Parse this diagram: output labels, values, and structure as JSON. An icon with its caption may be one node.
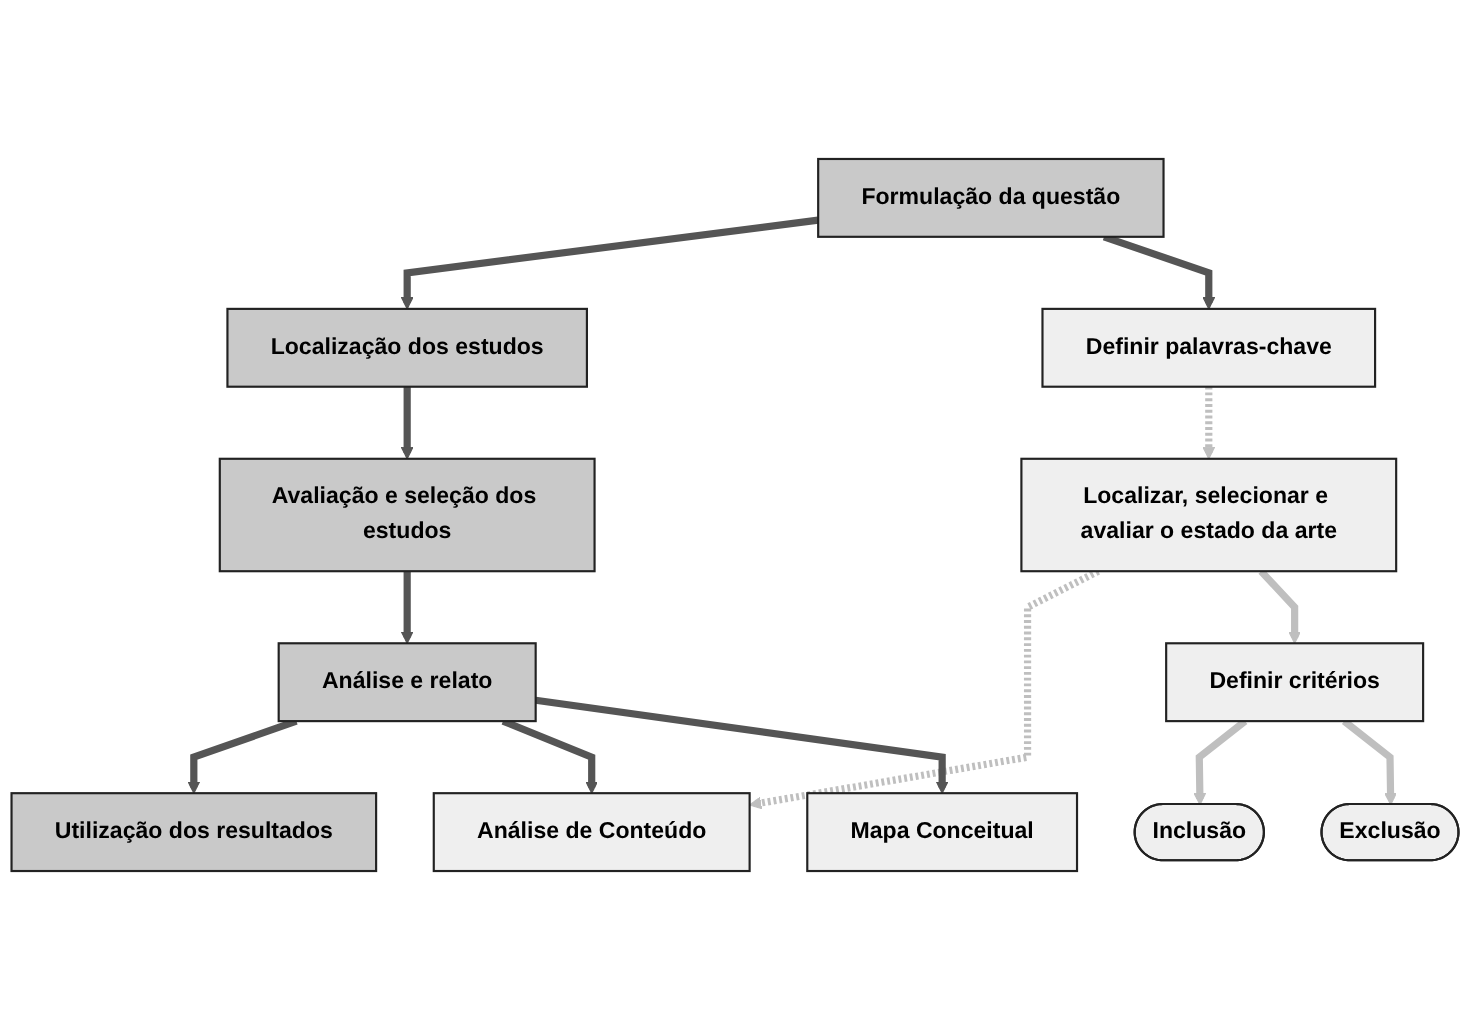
{
  "diagram": {
    "nodes": [
      {
        "text": [
          "Formulação da questão"
        ]
      },
      {
        "text": [
          "Localização dos estudos"
        ]
      },
      {
        "text": [
          "Avaliação e seleção dos estudos"
        ]
      },
      {
        "text": [
          "Análise e relato"
        ]
      },
      {
        "text": [
          "Utilização dos resultados"
        ]
      },
      {
        "text": [
          "Definir palavras-chave"
        ]
      },
      {
        "text": [
          "Localizar, selecionar e avaliar o estado da arte"
        ]
      },
      {
        "text": [
          "Análise de Conteúdo"
        ]
      },
      {
        "text": [
          "Mapa Conceitual"
        ]
      },
      {
        "text": [
          "Definir critérios"
        ]
      },
      {
        "text": [
          "Inclusão"
        ]
      },
      {
        "text": [
          "Exclusão"
        ]
      }
    ],
    "edges": [
      {
        "from": 0,
        "to": 1,
        "arrow": "to"
      },
      {
        "from": 1,
        "to": 2,
        "arrow": "to"
      },
      {
        "from": 2,
        "to": 3,
        "arrow": "to"
      },
      {
        "from": 3,
        "to": 4,
        "arrow": "to"
      },
      {
        "from": 0,
        "to": 5,
        "arrow": "to"
      },
      {
        "from": 5,
        "to": 6,
        "arrow": "to",
        "style": "dashed",
        "color": "#bfbfbf"
      },
      {
        "from": 6,
        "to": 7,
        "arrow": "to",
        "style": "dashed",
        "color": "#bfbfbf"
      },
      {
        "from": 3,
        "to": 7,
        "arrow": "to"
      },
      {
        "from": 3,
        "to": 8,
        "arrow": "to"
      },
      {
        "from": 6,
        "to": 9,
        "arrow": "to",
        "color": "#bfbfbf"
      },
      {
        "from": 9,
        "to": 10,
        "arrow": "to",
        "color": "#bfbfbf"
      },
      {
        "from": 9,
        "to": 11,
        "arrow": "to",
        "color": "#bfbfbf"
      }
    ]
  }
}
